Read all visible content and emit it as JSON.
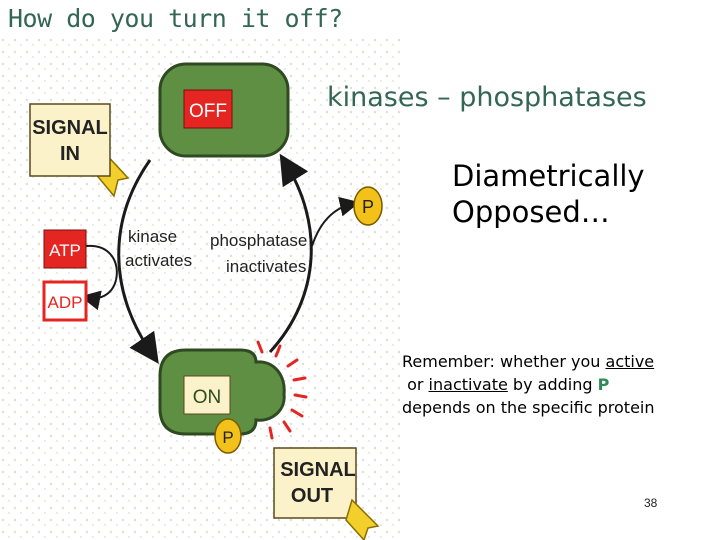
{
  "title": "How do you turn it off?",
  "subtitle": "kinases – phosphatases",
  "opposed": {
    "line1": "Diametrically",
    "line2": "Opposed…"
  },
  "remember": {
    "line1_prefix": "Remember: whether you ",
    "line1_active": "active",
    "line2_indent": "or ",
    "line2_inactivate": "inactivate",
    "line2_rest": " by adding ",
    "line2_P": "P",
    "line3": "depends on the specific protein"
  },
  "page_number": "38",
  "diagram": {
    "signal_in_line1": "SIGNAL",
    "signal_in_line2": "IN",
    "off_label": "OFF",
    "on_label": "ON",
    "atp_label": "ATP",
    "adp_label": "ADP",
    "p_label": "P",
    "kinase_line1": "kinase",
    "kinase_line2": "activates",
    "phosphatase_line1": "phosphatase",
    "phosphatase_line2": "inactivates",
    "signal_out_line1": "SIGNAL",
    "signal_out_line2": "OUT",
    "colors": {
      "protein_green": "#5f8f43",
      "protein_border": "#2f4a22",
      "label_red": "#e52521",
      "arrow_yellow": "#f2cf2a",
      "cream": "#fbf2c9",
      "speckle": "#d9d9cc"
    }
  }
}
